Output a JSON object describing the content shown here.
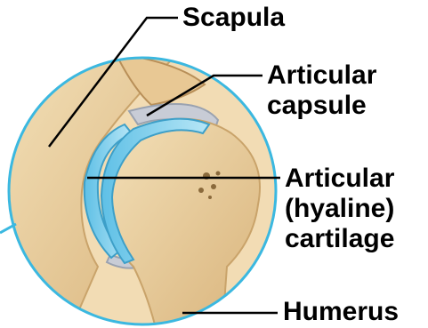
{
  "labels": {
    "scapula": "Scapula",
    "capsule": [
      "Articular",
      "capsule"
    ],
    "cartilage": [
      "Articular",
      "(hyaline)",
      "cartilage"
    ],
    "humerus": "Humerus"
  },
  "colors": {
    "background": "#ffffff",
    "circle_outline": "#3bb8e0",
    "bone": "#ecd3a4",
    "bone_shadow": "#c9a36a",
    "cartilage": "#8fd3ec",
    "capsule": "#c8ccd6",
    "leader_line": "#000000",
    "label_text": "#000000"
  }
}
